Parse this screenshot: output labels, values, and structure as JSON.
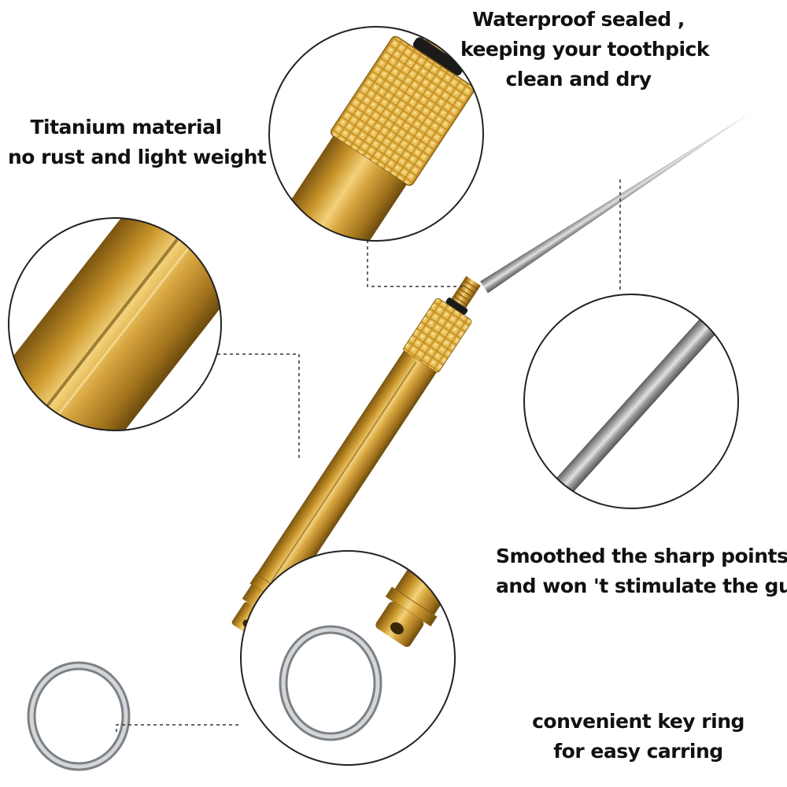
{
  "product": {
    "colors": {
      "brass": "#C9952A",
      "brass_light": "#F3D27A",
      "brass_dark": "#7A5410",
      "titanium": "#9A9A9A",
      "titanium_light": "#E2E2E2",
      "ring_steel": "#B8BCC0",
      "o_ring": "#1A1A1A",
      "outline": "#222222"
    }
  },
  "captions": {
    "waterproof": {
      "line1": "Waterproof sealed ,",
      "line2": "keeping your toothpick",
      "line3": "clean and dry"
    },
    "titanium": {
      "line1": "Titanium material",
      "line2": "no rust and light weight"
    },
    "smooth": {
      "line1": "Smoothed the sharp points",
      "line2": "and won 't stimulate the gum"
    },
    "keyring": {
      "line1": "convenient key ring",
      "line2": "for easy carring"
    }
  }
}
